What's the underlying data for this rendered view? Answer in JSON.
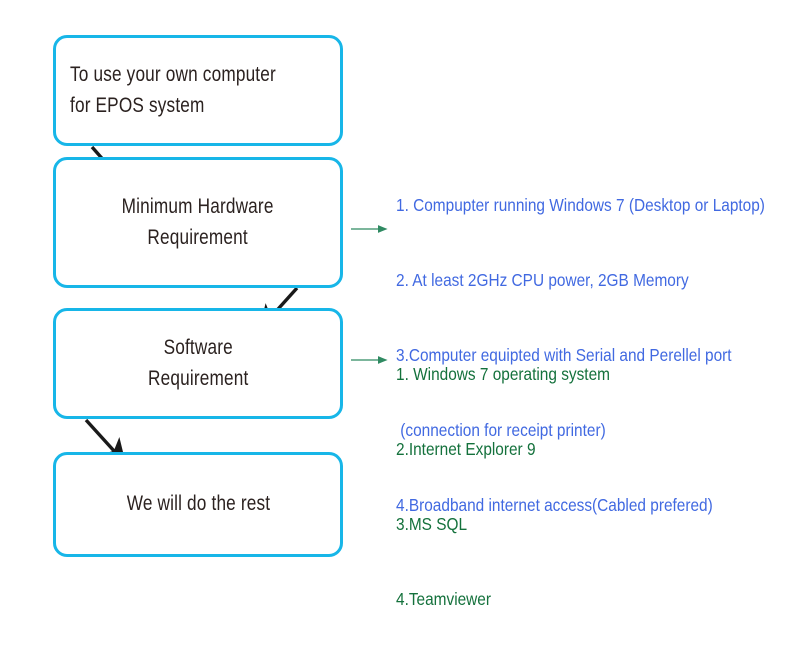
{
  "diagram": {
    "title": "To use your own computer for EPOS system",
    "type": "flowchart",
    "colors": {
      "box_border": "#17b6e8",
      "box_fill": "#ffffff",
      "box_text": "#2b2220",
      "arrow_black": "#1a1a1a",
      "arrow_green": "#2f8a62",
      "hardware_text": "#4169e1",
      "software_text": "#14713c"
    }
  },
  "nodes": [
    {
      "id": "start",
      "label": "To use your own computer\nfor EPOS system",
      "align": "left"
    },
    {
      "id": "hardware",
      "label": "Minimum Hardware\nRequirement",
      "align": "center"
    },
    {
      "id": "software",
      "label": "Software\nRequirement",
      "align": "center"
    },
    {
      "id": "finish",
      "label": "We will do the rest",
      "align": "center"
    }
  ],
  "hardware_requirements": {
    "heading": "",
    "lines": [
      "1. Compupter running Windows 7 (Desktop or Laptop)",
      "2. At least 2GHz CPU power, 2GB Memory",
      "3.Computer equipted with Serial and Perellel port",
      " (connection for receipt printer)",
      "4.Broadband internet access(Cabled prefered)"
    ]
  },
  "software_requirements": {
    "heading": "",
    "lines": [
      "1. Windows 7 operating system",
      "2.Internet Explorer 9",
      "3.MS SQL",
      "4.Teamviewer"
    ]
  },
  "connectors": [
    {
      "id": "start-to-hardware",
      "from": "start",
      "to": "hardware",
      "style": "solid-black-arrow",
      "direction": "down-right"
    },
    {
      "id": "hardware-to-software",
      "from": "hardware",
      "to": "software",
      "style": "solid-black-arrow",
      "direction": "down-left"
    },
    {
      "id": "software-to-finish",
      "from": "software",
      "to": "finish",
      "style": "solid-black-arrow",
      "direction": "down-right"
    },
    {
      "id": "hardware-to-list",
      "from": "hardware",
      "to": "hardware_requirements",
      "style": "thin-green-arrow",
      "direction": "right"
    },
    {
      "id": "software-to-list",
      "from": "software",
      "to": "software_requirements",
      "style": "thin-green-arrow",
      "direction": "right"
    }
  ]
}
